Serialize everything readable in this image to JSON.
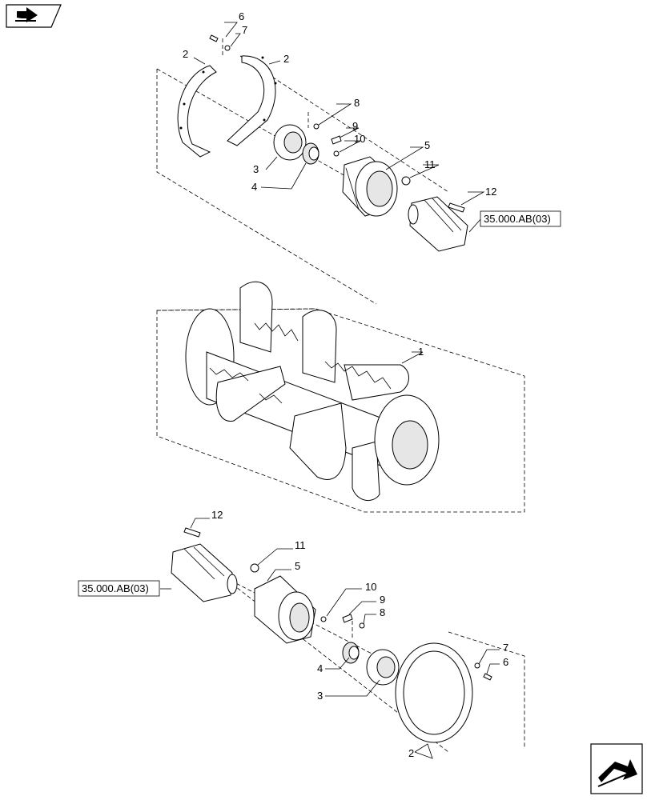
{
  "callouts": {
    "c1": "1",
    "c2a": "2",
    "c2b": "2",
    "c2c": "2",
    "c3a": "3",
    "c3b": "3",
    "c4a": "4",
    "c4b": "4",
    "c5a": "5",
    "c5b": "5",
    "c6a": "6",
    "c6b": "6",
    "c7a": "7",
    "c7b": "7",
    "c8a": "8",
    "c8b": "8",
    "c9a": "9",
    "c9b": "9",
    "c10a": "10",
    "c10b": "10",
    "c11a": "11",
    "c11b": "11",
    "c12a": "12",
    "c12b": "12"
  },
  "references": {
    "ref_top": "35.000.AB(03)",
    "ref_bottom": "35.000.AB(03)"
  },
  "icons": {
    "top_left": "book-arrow-icon",
    "bottom_right": "next-page-arrow-icon"
  }
}
